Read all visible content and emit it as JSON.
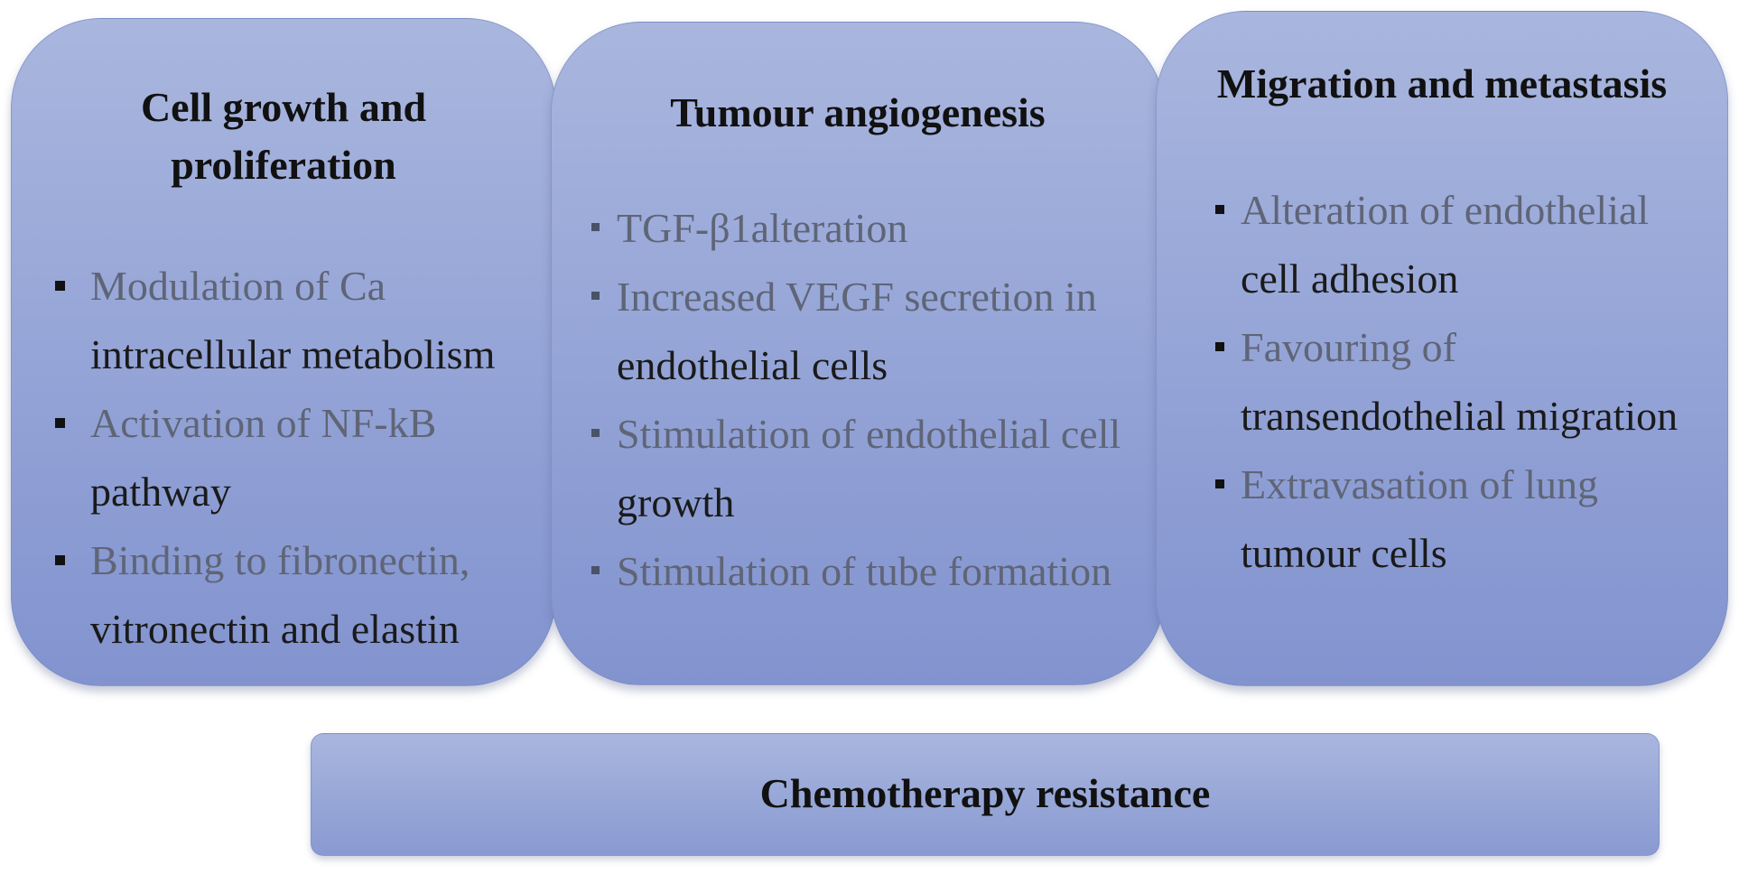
{
  "panels": [
    {
      "title": "Cell growth and proliferation",
      "items": [
        {
          "muted": "Modulation of Ca",
          "text": "intracellular metabolism"
        },
        {
          "muted": "Activation of NF-kB",
          "text": "pathway"
        },
        {
          "muted": "Binding to fibronectin,",
          "text": "vitronectin and elastin"
        }
      ]
    },
    {
      "title": "Tumour angiogenesis",
      "items": [
        {
          "muted": "TGF-β1alteration",
          "text": ""
        },
        {
          "muted": "Increased VEGF secretion in",
          "text": "endothelial cells"
        },
        {
          "muted": "Stimulation of endothelial cell",
          "text": "growth"
        },
        {
          "muted": "Stimulation of tube formation",
          "text": ""
        }
      ]
    },
    {
      "title": "Migration and metastasis",
      "items": [
        {
          "muted": "Alteration of endothelial",
          "text": "cell adhesion"
        },
        {
          "muted": "Favouring of",
          "text": "transendothelial migration"
        },
        {
          "muted": "Extravasation of lung",
          "text": "tumour cells"
        }
      ]
    }
  ],
  "bottom_bar": {
    "label": "Chemotherapy resistance"
  }
}
